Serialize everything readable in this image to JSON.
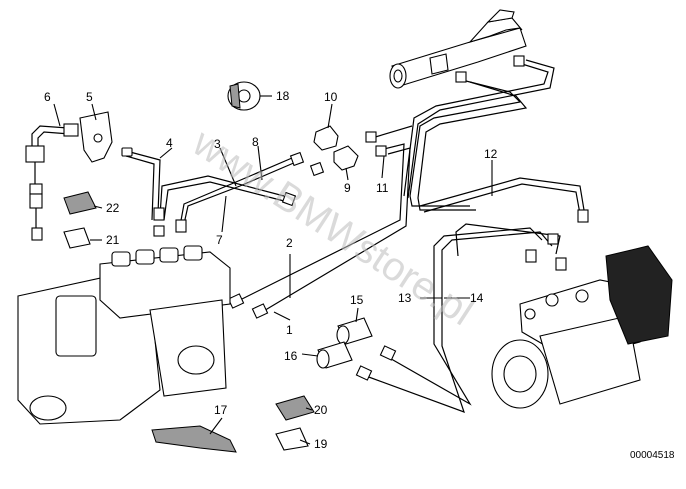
{
  "diagram": {
    "image_number": "00004518",
    "watermark": "www.BMWstore.pl",
    "callouts": [
      {
        "id": "c1",
        "label": "1"
      },
      {
        "id": "c2",
        "label": "2"
      },
      {
        "id": "c3",
        "label": "3"
      },
      {
        "id": "c4",
        "label": "4"
      },
      {
        "id": "c5",
        "label": "5"
      },
      {
        "id": "c6",
        "label": "6"
      },
      {
        "id": "c7",
        "label": "7"
      },
      {
        "id": "c8",
        "label": "8"
      },
      {
        "id": "c9",
        "label": "9"
      },
      {
        "id": "c10",
        "label": "10"
      },
      {
        "id": "c11",
        "label": "11"
      },
      {
        "id": "c12",
        "label": "12"
      },
      {
        "id": "c13",
        "label": "13"
      },
      {
        "id": "c14",
        "label": "14"
      },
      {
        "id": "c15",
        "label": "15"
      },
      {
        "id": "c16",
        "label": "16"
      },
      {
        "id": "c17",
        "label": "17"
      },
      {
        "id": "c18",
        "label": "18"
      },
      {
        "id": "c19",
        "label": "19"
      },
      {
        "id": "c20",
        "label": "20"
      },
      {
        "id": "c21",
        "label": "21"
      },
      {
        "id": "c22",
        "label": "22"
      }
    ]
  }
}
